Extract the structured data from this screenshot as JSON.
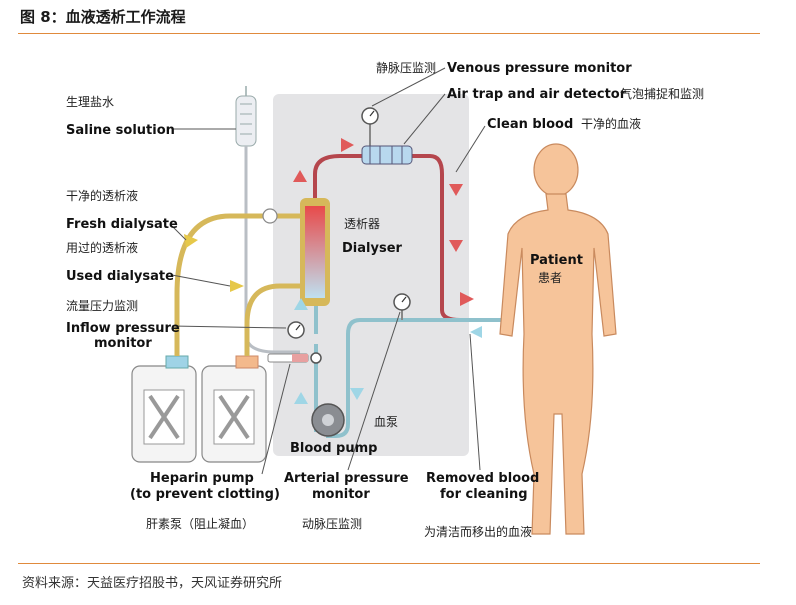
{
  "header": {
    "title": "图 8：血液透析工作流程"
  },
  "footer": {
    "source": "资料来源：天益医疗招股书，天风证券研究所"
  },
  "labels": {
    "saline_zh": "生理盐水",
    "saline_en": "Saline solution",
    "fresh_zh": "干净的透析液",
    "fresh_en": "Fresh dialysate",
    "used_zh": "用过的透析液",
    "used_en": "Used dialysate",
    "inflow_zh": "流量压力监测",
    "inflow_en_1": "Inflow pressure",
    "inflow_en_2": "monitor",
    "venous_zh": "静脉压监测",
    "venous_en": "Venous pressure monitor",
    "airtrap_en": "Air trap and air detector",
    "airtrap_zh": "气泡捕捉和监测",
    "clean_en": "Clean blood",
    "clean_zh": "干净的血液",
    "dialyser_zh": "透析器",
    "dialyser_en": "Dialyser",
    "patient_en": "Patient",
    "patient_zh": "患者",
    "bloodpump_zh": "血泵",
    "bloodpump_en": "Blood pump",
    "heparin_en_1": "Heparin pump",
    "heparin_en_2": "(to prevent clotting)",
    "heparin_zh": "肝素泵（阻止凝血）",
    "arterial_en_1": "Arterial pressure",
    "arterial_en_2": "monitor",
    "arterial_zh": "动脉压监测",
    "removed_en_1": "Removed blood",
    "removed_en_2": "for cleaning",
    "removed_zh": "为清洁而移出的血液"
  },
  "colors": {
    "accent_rule": "#e08a3c",
    "machine": "#e4e4e6",
    "blood_clean": "#b5464d",
    "blood_removed": "#8fc1cc",
    "dialysate": "#d6b85a",
    "patient_skin": "#f6c49a",
    "arrow_red": "#e05a5a",
    "arrow_blue": "#9fd6e6",
    "arrow_yellow": "#e6c84a"
  }
}
